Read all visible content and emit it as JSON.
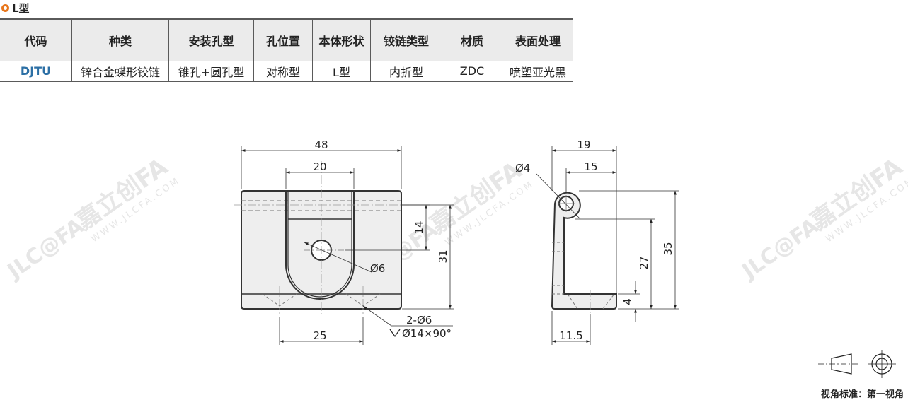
{
  "section": {
    "title": "L型"
  },
  "table": {
    "headers": [
      "代码",
      "种类",
      "安装孔型",
      "孔位置",
      "本体形状",
      "铰链类型",
      "材质",
      "表面处理"
    ],
    "rows": [
      [
        "DJTU",
        "锌合金蝶形铰链",
        "锥孔+圆孔型",
        "对称型",
        "L型",
        "内折型",
        "ZDC",
        "喷塑亚光黑"
      ]
    ]
  },
  "front_view": {
    "dims": {
      "width_total": "48",
      "slot_width": "20",
      "slot_depth": "14",
      "height": "31",
      "hole_dia": "Ø6",
      "holes_spec": "2-Ø6",
      "countersink_spec": "Ø14×90°",
      "hole_pitch": "25"
    }
  },
  "side_view": {
    "dims": {
      "depth_total": "19",
      "pin_offset": "15",
      "pin_dia": "Ø4",
      "inner_height": "27",
      "total_height": "35",
      "base_thickness": "4",
      "hole_offset": "11.5"
    }
  },
  "watermark": {
    "brand": "嘉立创FA",
    "url": "WWW.JLCFA.COM",
    "logo_text": "JLC@FA"
  },
  "footer": {
    "view_standard": "视角标准：第一视角"
  },
  "colors": {
    "accent": "#e8761c",
    "code_blue": "#2c6fa5",
    "header_bg": "#ebebeb",
    "part_fill": "#eeeeee"
  }
}
